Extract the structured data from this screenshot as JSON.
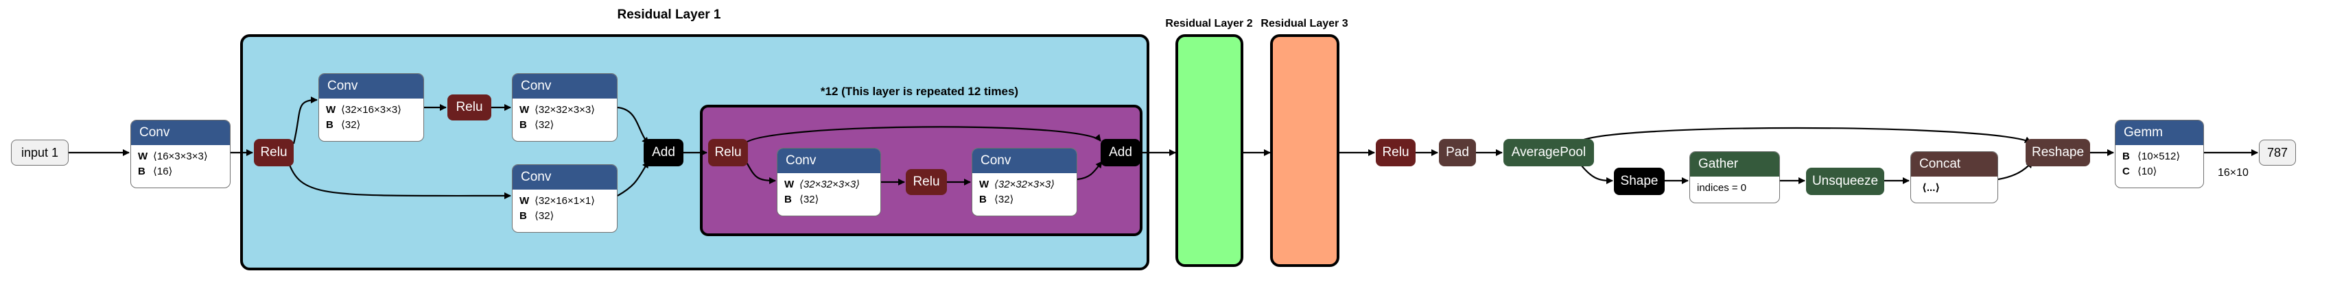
{
  "colors": {
    "conv_header": "#35578b",
    "relu": "#6b1f1f",
    "op_black": "#000000",
    "pad": "#5a3a37",
    "pool": "#355a3c",
    "gemm_header": "#35578b",
    "concat_header": "#5a3a37",
    "layer1_fill": "#9dd8ea",
    "repeat_fill": "#9c4a9c",
    "layer2_fill": "#8aff8a",
    "layer3_fill": "#ffa57a"
  },
  "titles": {
    "residual_layer_1": "Residual Layer 1",
    "residual_layer_2": "Residual Layer 2",
    "residual_layer_3": "Residual Layer 3",
    "repeat_note": "*12 (This layer is repeated 12 times)"
  },
  "nodes": {
    "input": "input 1",
    "conv0": {
      "title": "Conv",
      "w_key": "W",
      "w_val": "⟨16×3×3×3⟩",
      "b_key": "B",
      "b_val": "⟨16⟩"
    },
    "relu0": "Relu",
    "conv1": {
      "title": "Conv",
      "w_key": "W",
      "w_val": "⟨32×16×3×3⟩",
      "b_key": "B",
      "b_val": "⟨32⟩"
    },
    "relu1": "Relu",
    "conv2": {
      "title": "Conv",
      "w_key": "W",
      "w_val": "⟨32×32×3×3⟩",
      "b_key": "B",
      "b_val": "⟨32⟩"
    },
    "conv_skip": {
      "title": "Conv",
      "w_key": "W",
      "w_val": "⟨32×16×1×1⟩",
      "b_key": "B",
      "b_val": "⟨32⟩"
    },
    "add1": "Add",
    "relu2": "Relu",
    "conv3": {
      "title": "Conv",
      "w_key": "W",
      "w_val": "⟨32×32×3×3⟩",
      "b_key": "B",
      "b_val": "⟨32⟩"
    },
    "relu3": "Relu",
    "conv4": {
      "title": "Conv",
      "w_key": "W",
      "w_val": "⟨32×32×3×3⟩",
      "b_key": "B",
      "b_val": "⟨32⟩"
    },
    "add2": "Add",
    "relu4": "Relu",
    "pad": "Pad",
    "avgpool": "AveragePool",
    "shape": "Shape",
    "gather": {
      "title": "Gather",
      "attr": "indices = 0"
    },
    "unsqueeze": "Unsqueeze",
    "concat": {
      "title": "Concat",
      "attr": "⟨...⟩"
    },
    "reshape": "Reshape",
    "gemm": {
      "title": "Gemm",
      "w_key": "B",
      "w_val": "⟨10×512⟩",
      "b_key": "C",
      "b_val": "⟨10⟩"
    },
    "output": "787",
    "output_shape": "16×10"
  }
}
